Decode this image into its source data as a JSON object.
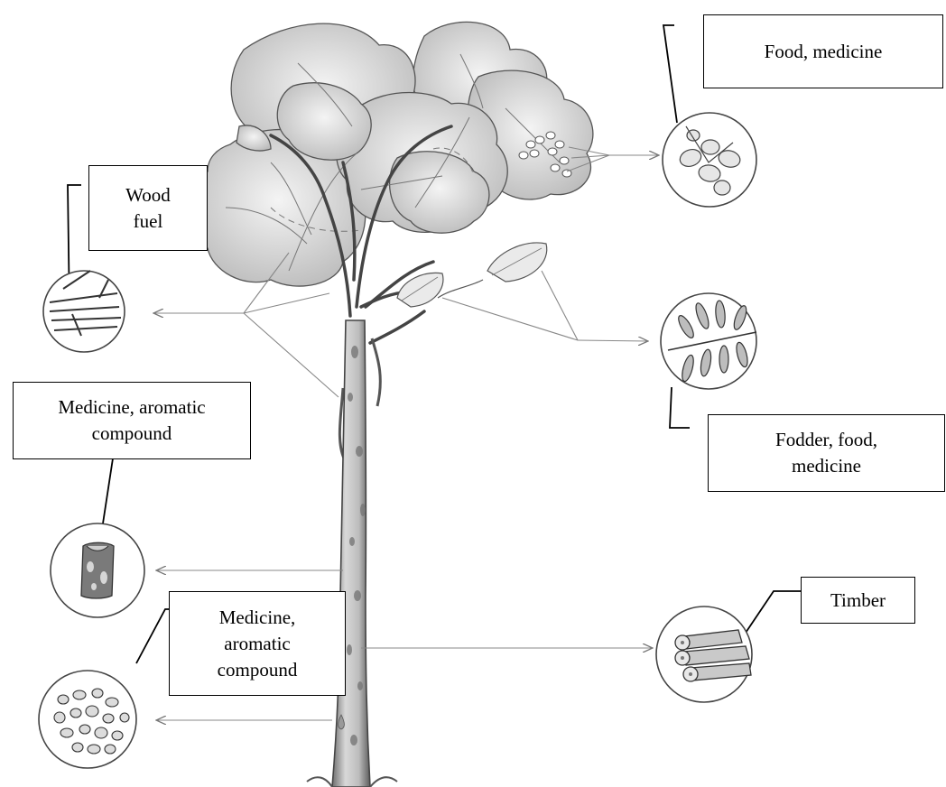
{
  "labels": {
    "food_medicine": "Food, medicine",
    "wood_fuel": "Wood\nfuel",
    "medicine_aromatic_bark": "Medicine, aromatic\ncompound",
    "fodder_food_medicine": "Fodder, food,\nmedicine",
    "medicine_aromatic_resin": "Medicine,\naromatic\ncompound",
    "timber": "Timber"
  },
  "icons": {
    "tree": "tree-illustration-icon",
    "fruits": "fruit-cluster-icon",
    "wood_fuel": "firewood-sticks-icon",
    "leaves": "compound-leaf-icon",
    "bark": "bark-piece-icon",
    "resin": "resin-pieces-icon",
    "timber": "timber-logs-icon"
  },
  "colors": {
    "ink": "#000000",
    "pencil": "#8a8a8a",
    "pencil_dark": "#4a4a4a",
    "canopy_fill": "#eeeeee"
  }
}
